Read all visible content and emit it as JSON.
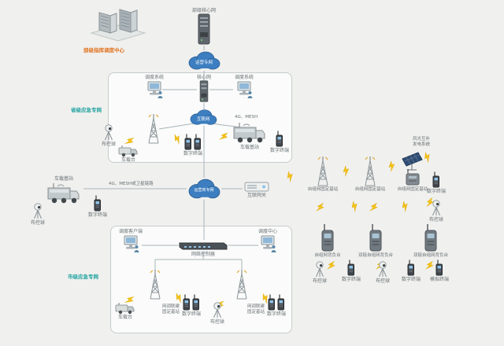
{
  "ministry": {
    "center_label": "部级指挥调度中心",
    "core_label": "部级核心网",
    "cloud_label": "运营专网"
  },
  "provincial": {
    "title": "省级应急专网",
    "dispatch_left": "调度系统",
    "core": "核心网",
    "dispatch_right": "调度系统",
    "cloud": "互联网",
    "link_label": "4G、MESH",
    "camera": "布控球",
    "vehicle": "车载台",
    "handsets": "数字终端",
    "truck": "车载基站",
    "handset_right": "数字终端"
  },
  "backbone": {
    "link_label": "4G、MESH或卫星链路",
    "truck": "车载基站",
    "camera": "布控球",
    "handset": "数字终端",
    "cloud": "运营商专网",
    "gateway": "互联网关"
  },
  "adhoc": {
    "tower1": "自组网固定基站",
    "tower2": "自组网固定基站",
    "solar_line1": "风光互补",
    "solar_line2": "发电系统",
    "station": "自组网固定基站",
    "handset_top": "数字终端",
    "camera_top": "布控球",
    "repeater1": "自组网背负台",
    "repeater2": "双链自组网背负台",
    "repeater3": "双链自组网背负台",
    "camera1": "布控球",
    "handset1": "数字终端",
    "camera2": "布控球",
    "handset2": "数字终端",
    "analog": "模拟终端"
  },
  "city": {
    "title": "市级应急专网",
    "client": "调度客户端",
    "controller": "网络控制器",
    "center": "调度中心",
    "tower1_line1": "网调联建",
    "tower1_line2": "固定基站",
    "tower2_line1": "网调联建",
    "tower2_line2": "固定基站",
    "vehicle": "车载台",
    "handsets1": "数字终端",
    "camera": "布控球",
    "handsets2": "数字终端"
  }
}
